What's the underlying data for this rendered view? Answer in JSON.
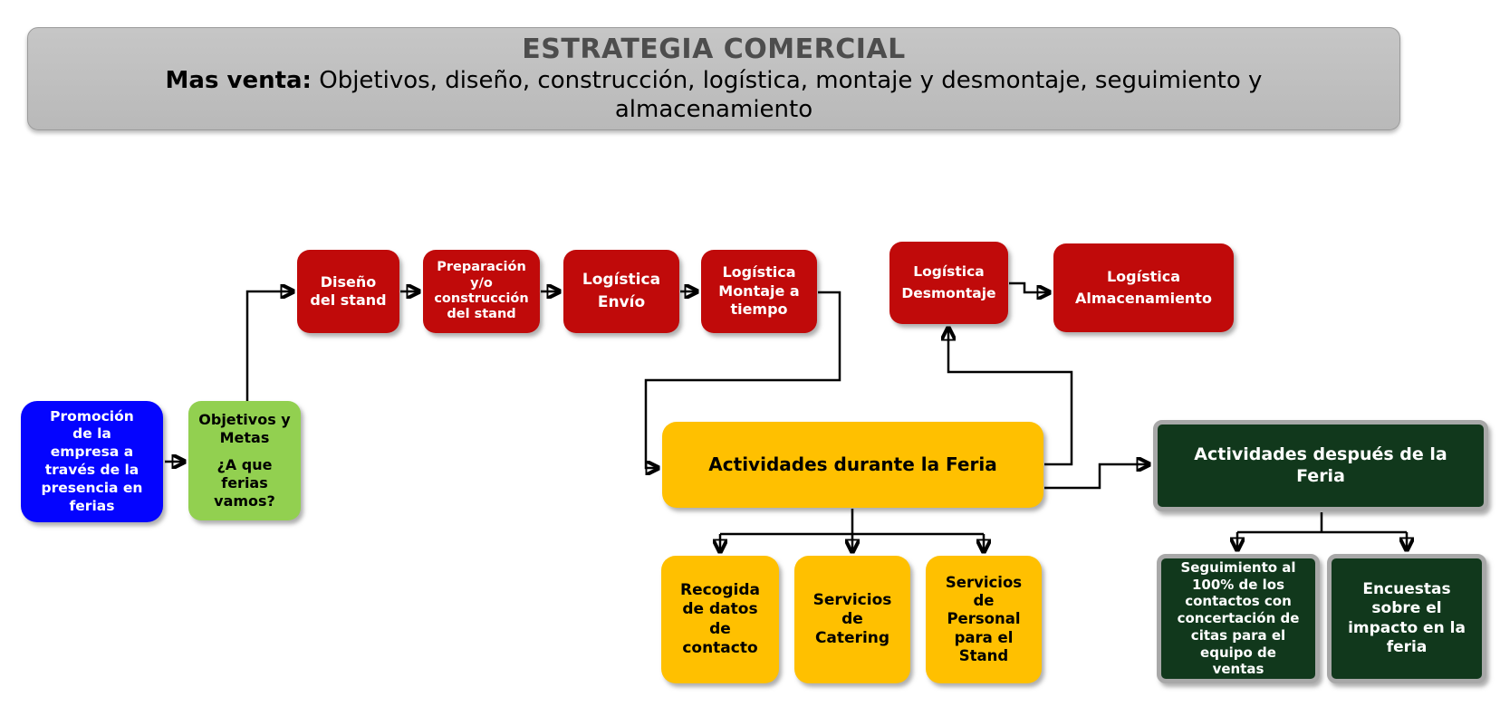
{
  "banner": {
    "title": "ESTRATEGIA COMERCIAL",
    "subtitle_label": "Mas venta:",
    "subtitle_text": " Objetivos, diseño, construcción, logística, montaje y desmontaje, seguimiento y almacenamiento"
  },
  "colors": {
    "banner_gray": "#bebebe",
    "banner_title_text": "#4d4d4d",
    "red": "#c00a0a",
    "blue": "#0404ff",
    "green": "#92d050",
    "yellow": "#ffc000",
    "dark_green": "#11381c",
    "dark_green_frame": "#a8a8a8",
    "connector": "#000000"
  },
  "nodes": {
    "promocion": {
      "label": "Promoción\nde la\nempresa a\ntravés de la\npresencia en\nferias"
    },
    "objetivos": {
      "label_top": "Objetivos y\nMetas",
      "label_bottom": "¿A que\nferias\nvamos?"
    },
    "diseno": {
      "label": "Diseño\ndel stand"
    },
    "preparacion": {
      "label": "Preparación\ny/o\nconstrucción\ndel stand"
    },
    "envio": {
      "label": "Logística\nEnvío"
    },
    "montaje": {
      "label": "Logística\nMontaje a\ntiempo"
    },
    "desmontaje": {
      "label": "Logística\nDesmontaje"
    },
    "almacenamiento": {
      "label": "Logística\nAlmacenamiento"
    },
    "actividades_durante": {
      "label": "Actividades durante la Feria"
    },
    "recogida": {
      "label": "Recogida\nde datos\nde\ncontacto"
    },
    "catering": {
      "label": "Servicios\nde\nCatering"
    },
    "personal": {
      "label": "Servicios\nde\nPersonal\npara el\nStand"
    },
    "actividades_despues": {
      "label": "Actividades después de la\nFeria"
    },
    "seguimiento": {
      "label": "Seguimiento al\n100% de los\ncontactos con\nconcertación de\ncitas para el\nequipo de\nventas"
    },
    "encuestas": {
      "label": "Encuestas\nsobre el\nimpacto en la\nferia"
    }
  }
}
